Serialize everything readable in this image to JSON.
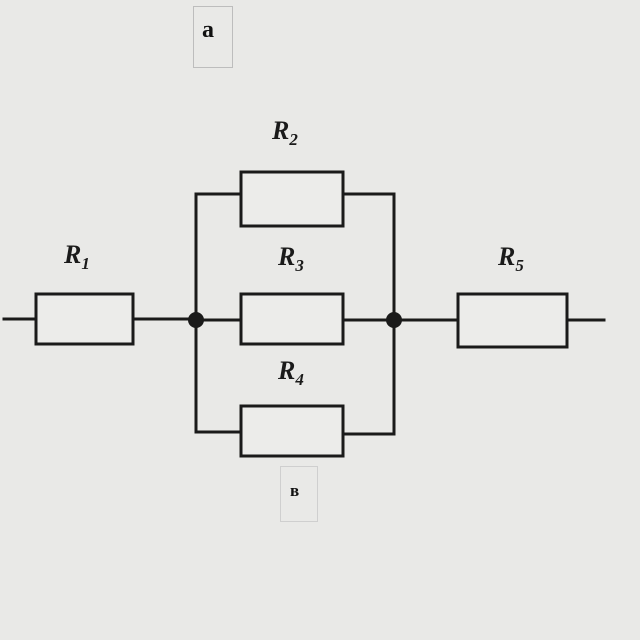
{
  "figure": {
    "panel_label": "a",
    "bottom_label": "в"
  },
  "resistors": [
    {
      "name": "R",
      "subscript": "1"
    },
    {
      "name": "R",
      "subscript": "2"
    },
    {
      "name": "R",
      "subscript": "3"
    },
    {
      "name": "R",
      "subscript": "4"
    },
    {
      "name": "R",
      "subscript": "5"
    }
  ],
  "colors": {
    "background": "#e9e9e7",
    "wire": "#1a1a1a",
    "resistor_fill": "#ececea"
  }
}
